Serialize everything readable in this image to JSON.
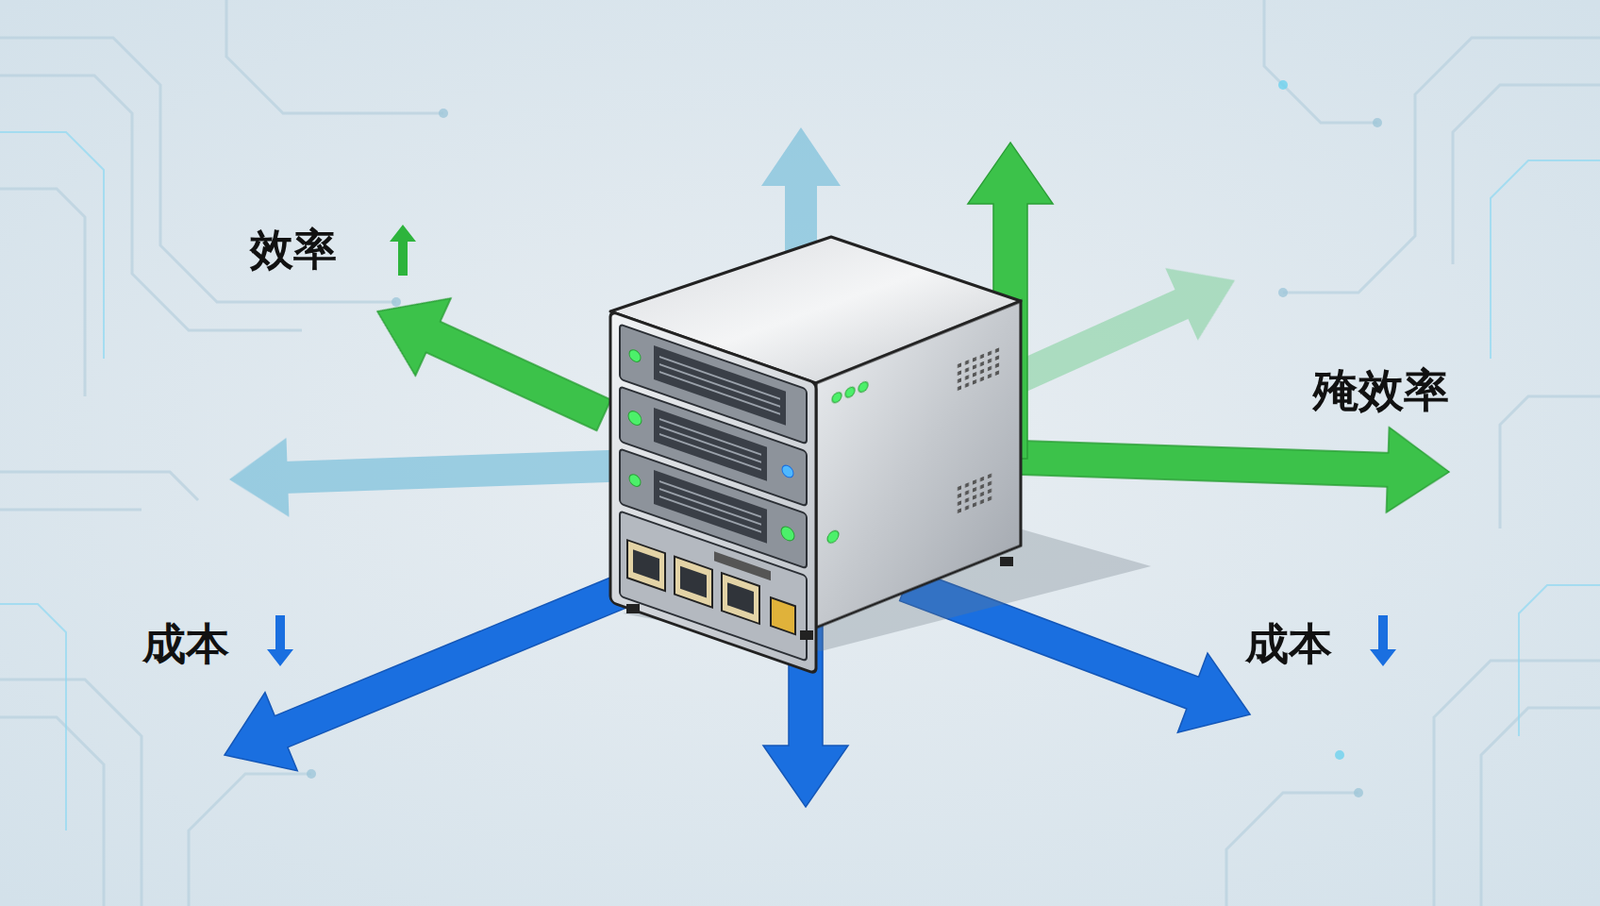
{
  "diagram": {
    "labels": [
      "效率",
      "殗效率",
      "成本",
      "成本"
    ]
  }
}
